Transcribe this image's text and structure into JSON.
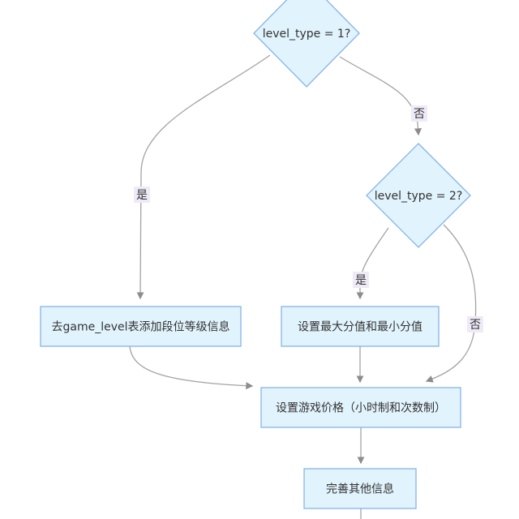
{
  "diagram": {
    "type": "flowchart",
    "direction": "top-down",
    "nodes": [
      {
        "id": "decision1",
        "shape": "diamond",
        "label": "level_type = 1?"
      },
      {
        "id": "decision2",
        "shape": "diamond",
        "label": "level_type = 2?"
      },
      {
        "id": "process1",
        "shape": "rect",
        "label": "去game_level表添加段位等级信息"
      },
      {
        "id": "process2",
        "shape": "rect",
        "label": "设置最大分值和最小分值"
      },
      {
        "id": "process3",
        "shape": "rect",
        "label": "设置游戏价格（小时制和次数制）"
      },
      {
        "id": "process4",
        "shape": "rect",
        "label": "完善其他信息"
      }
    ],
    "edges": [
      {
        "from": "decision1",
        "to": "process1",
        "label": "是"
      },
      {
        "from": "decision1",
        "to": "decision2",
        "label": "否"
      },
      {
        "from": "decision2",
        "to": "process2",
        "label": "是"
      },
      {
        "from": "decision2",
        "to": "process3",
        "label": "否"
      },
      {
        "from": "process1",
        "to": "process3",
        "label": ""
      },
      {
        "from": "process2",
        "to": "process3",
        "label": ""
      },
      {
        "from": "process3",
        "to": "process4",
        "label": ""
      },
      {
        "from": "process4",
        "to": "offscreen-below",
        "label": ""
      }
    ],
    "colors": {
      "node_fill": "#e1f3fc",
      "node_border": "#85b4e9",
      "node_text": "#333333",
      "edge_line": "#a3a3a3",
      "arrowhead": "#8c8c8c",
      "edge_label_bg": "#efeaf7",
      "edge_label_text": "#333333",
      "background": "#ffffff"
    }
  }
}
